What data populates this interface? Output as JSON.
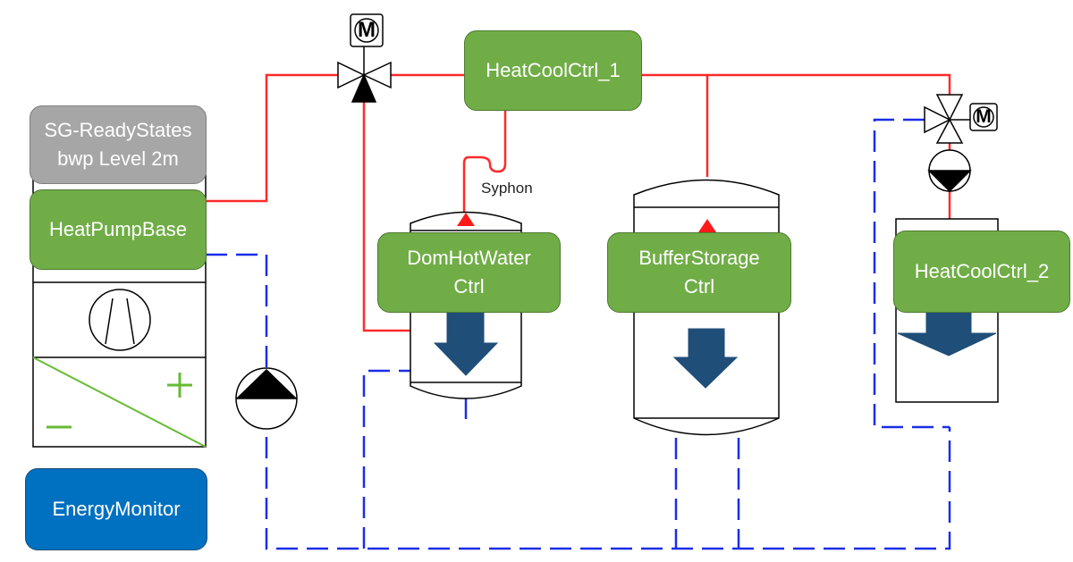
{
  "diagram": {
    "boxes": {
      "sg_ready": {
        "line1": "SG-ReadyStates",
        "line2": "bwp Level 2m"
      },
      "heat_pump_base": "HeatPumpBase",
      "energy_monitor": "EnergyMonitor",
      "heat_cool_ctrl_1": "HeatCoolCtrl_1",
      "dom_hot_water": {
        "line1": "DomHotWater",
        "line2": "Ctrl"
      },
      "buffer_storage": {
        "line1": "BufferStorage",
        "line2": "Ctrl"
      },
      "heat_cool_ctrl_2": "HeatCoolCtrl_2"
    },
    "labels": {
      "syphon": "Syphon",
      "motor_valve_1": "M",
      "motor_valve_2": "M"
    },
    "colors": {
      "supply_pipe": "#ff2a2a",
      "return_pipe": "#1a2ee6",
      "module_green": "#70ad47",
      "module_grey": "#a6a6a6",
      "module_blue": "#0070c0",
      "flow_arrow": "#1f4e79",
      "heater_line": "#66bb33"
    }
  }
}
